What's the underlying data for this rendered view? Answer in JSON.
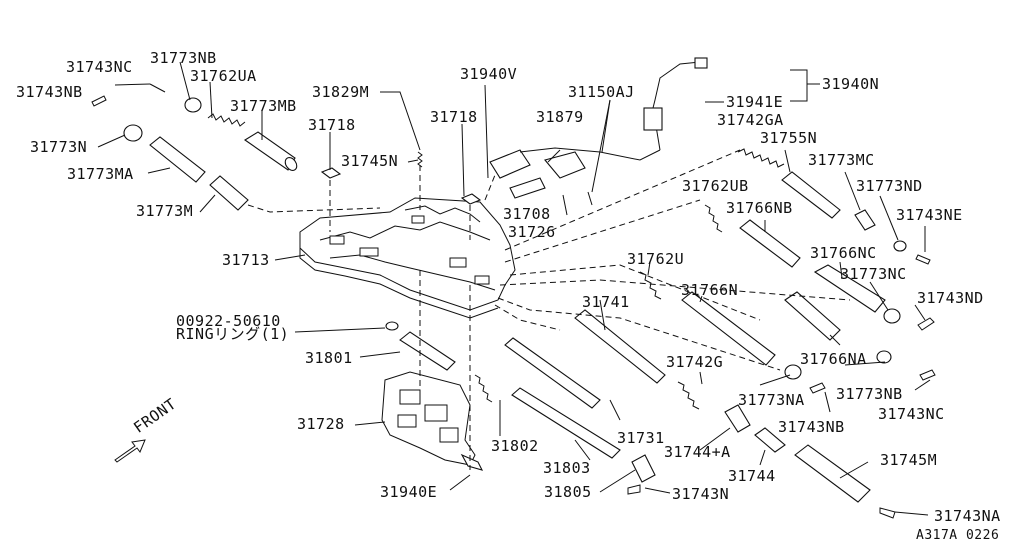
{
  "diagram": {
    "footer_code": "A317A 0226",
    "front_label": "FRONT",
    "labels": {
      "p31743NC_top": "31743NC",
      "p31773NB_top": "31773NB",
      "p31743NB_top": "31743NB",
      "p31762UA": "31762UA",
      "p31773MB": "31773MB",
      "p31773N": "31773N",
      "p31773MA": "31773MA",
      "p31773M": "31773M",
      "p31829M": "31829M",
      "p31718_left": "31718",
      "p31745N": "31745N",
      "p31940V": "31940V",
      "p31718_right": "31718",
      "p31150AJ": "31150AJ",
      "p31879": "31879",
      "p31940N": "31940N",
      "p31941E": "31941E",
      "p31742GA": "31742GA",
      "p31755N": "31755N",
      "p31773MC": "31773MC",
      "p31773ND": "31773ND",
      "p31743NE": "31743NE",
      "p31762UB": "31762UB",
      "p31766NB": "31766NB",
      "p31708": "31708",
      "p31726": "31726",
      "p31713": "31713",
      "p31762U": "31762U",
      "p31766NC": "31766NC",
      "p31773NC": "31773NC",
      "p31743ND": "31743ND",
      "p31741": "31741",
      "p31766N": "31766N",
      "p00922": "00922-50610",
      "pRING": "RINGリング(1)",
      "p31801": "31801",
      "p31742G": "31742G",
      "p31766NA": "31766NA",
      "p31773NB_bottom": "31773NB",
      "p31743NC_bottom": "31743NC",
      "p31773NA": "31773NA",
      "p31743NB_bottom": "31743NB",
      "p31728": "31728",
      "p31731": "31731",
      "p31802": "31802",
      "p31744A": "31744+A",
      "p31745M": "31745M",
      "p31803": "31803",
      "p31744": "31744",
      "p31940E": "31940E",
      "p31805": "31805",
      "p31743N": "31743N",
      "p31743NA": "31743NA"
    }
  }
}
